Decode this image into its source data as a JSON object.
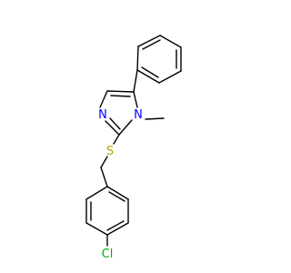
{
  "molecule": {
    "atom_labels": {
      "nitrogen_imine": "N",
      "nitrogen_methyl": "N",
      "sulfur": "S",
      "chlorine": "Cl"
    },
    "colors": {
      "bond": "#000000",
      "nitrogen": "#0000ff",
      "sulfur": "#b8a000",
      "chlorine": "#00b000"
    }
  }
}
